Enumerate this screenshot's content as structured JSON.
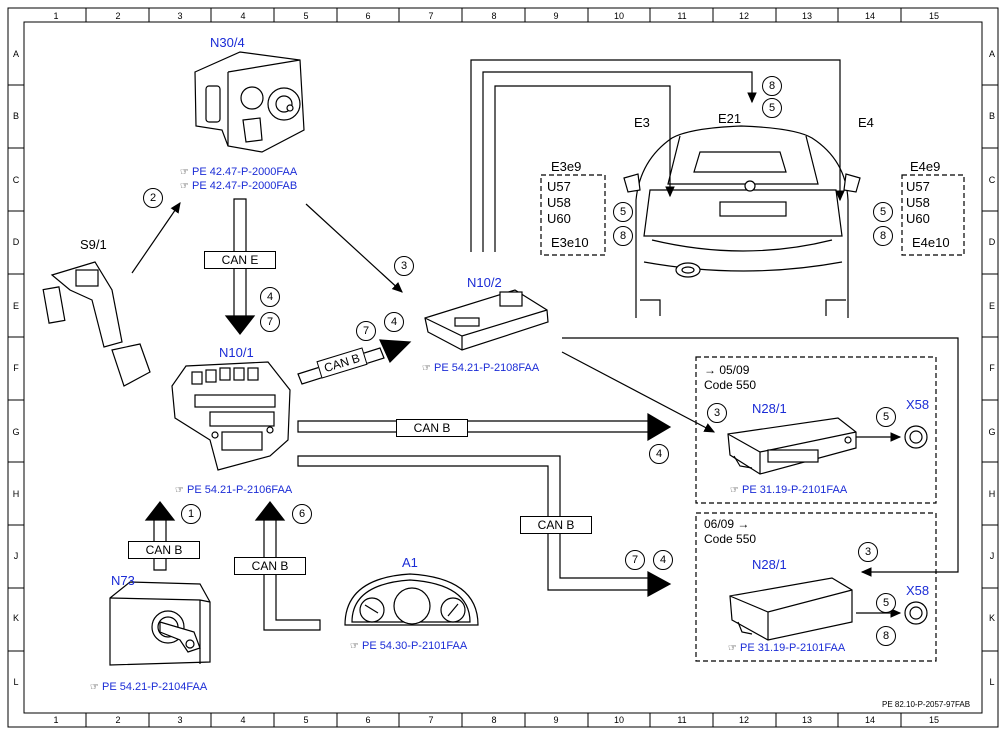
{
  "grid": {
    "columns": [
      "1",
      "2",
      "3",
      "4",
      "5",
      "6",
      "7",
      "8",
      "9",
      "10",
      "11",
      "12",
      "13",
      "14",
      "15"
    ],
    "rows": [
      "A",
      "B",
      "C",
      "D",
      "E",
      "F",
      "G",
      "H",
      "J",
      "K",
      "L"
    ]
  },
  "components": {
    "n30_4": "N30/4",
    "s9_1": "S9/1",
    "n10_1": "N10/1",
    "n10_2": "N10/2",
    "n73": "N73",
    "a1": "A1",
    "e21": "E21",
    "e3": "E3",
    "e4": "E4",
    "n28_1_top": "N28/1",
    "n28_1_bot": "N28/1",
    "x58_top": "X58",
    "x58_bot": "X58"
  },
  "refs": {
    "n30_4_a": "PE 42.47-P-2000FAA",
    "n30_4_b": "PE 42.47-P-2000FAB",
    "n10_2": "PE 54.21-P-2108FAA",
    "n10_1": "PE 54.21-P-2106FAA",
    "n73": "PE 54.21-P-2104FAA",
    "a1": "PE 54.30-P-2101FAA",
    "n28_top": "PE 31.19-P-2101FAA",
    "n28_bot": "PE 31.19-P-2101FAA",
    "footer": "PE 82.10-P-2057-97FAB",
    "icon": "finger-pointer-icon"
  },
  "buses": {
    "can_e": "CAN E",
    "can_b_1": "CAN B",
    "can_b_2": "CAN B",
    "can_b_3": "CAN B",
    "can_b_4": "CAN B",
    "can_b_5": "CAN B"
  },
  "lamp_left": {
    "title": "E3e9",
    "items": [
      "U57",
      "U58",
      "U60"
    ],
    "footer": "E3e10"
  },
  "lamp_right": {
    "title": "E4e9",
    "items": [
      "U57",
      "U58",
      "U60"
    ],
    "footer": "E4e10"
  },
  "variant_top": {
    "date": "→ 05/09",
    "code": "Code 550"
  },
  "variant_bot": {
    "date": "06/09 →",
    "code": "Code 550"
  },
  "steps": {
    "s1": "1",
    "s2": "2",
    "s3a": "3",
    "s3b": "3",
    "s3c": "3",
    "s4a": "4",
    "s4b": "4",
    "s4c": "4",
    "s4d": "4",
    "s5a": "5",
    "s5b": "5",
    "s5c": "5",
    "s5d": "5",
    "s5e": "5",
    "s6": "6",
    "s7a": "7",
    "s7b": "7",
    "s7c": "7",
    "s8a": "8",
    "s8b": "8",
    "s8c": "8",
    "s8d": "8"
  }
}
